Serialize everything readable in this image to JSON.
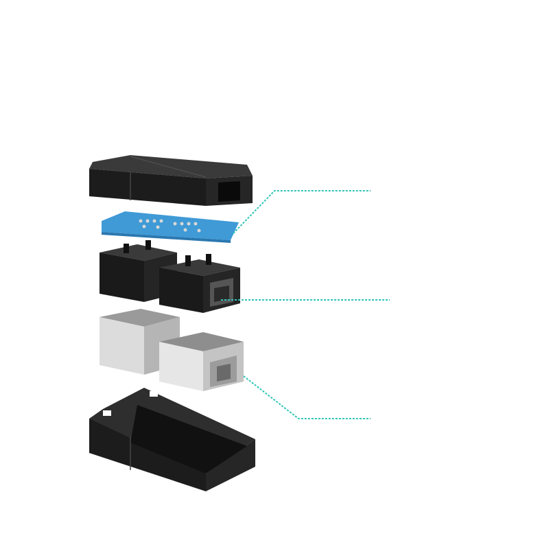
{
  "diagram": {
    "type": "exploded-view",
    "components": [
      {
        "id": "top-cover",
        "color": "#1c1c1c"
      },
      {
        "id": "pcb-board",
        "color": "#3f9ad6"
      },
      {
        "id": "jack-module-left",
        "color": "#1a1a1a"
      },
      {
        "id": "jack-module-right",
        "color": "#1a1a1a"
      },
      {
        "id": "metal-shield-left",
        "color": "#c9c9c9"
      },
      {
        "id": "metal-shield-right",
        "color": "#d6d6d6"
      },
      {
        "id": "bottom-base",
        "color": "#1c1c1c"
      }
    ],
    "callout_color": "#2ec4b6",
    "callouts": [
      {
        "target": "pcb-board"
      },
      {
        "target": "jack-module-right"
      },
      {
        "target": "metal-shield-right"
      }
    ]
  }
}
